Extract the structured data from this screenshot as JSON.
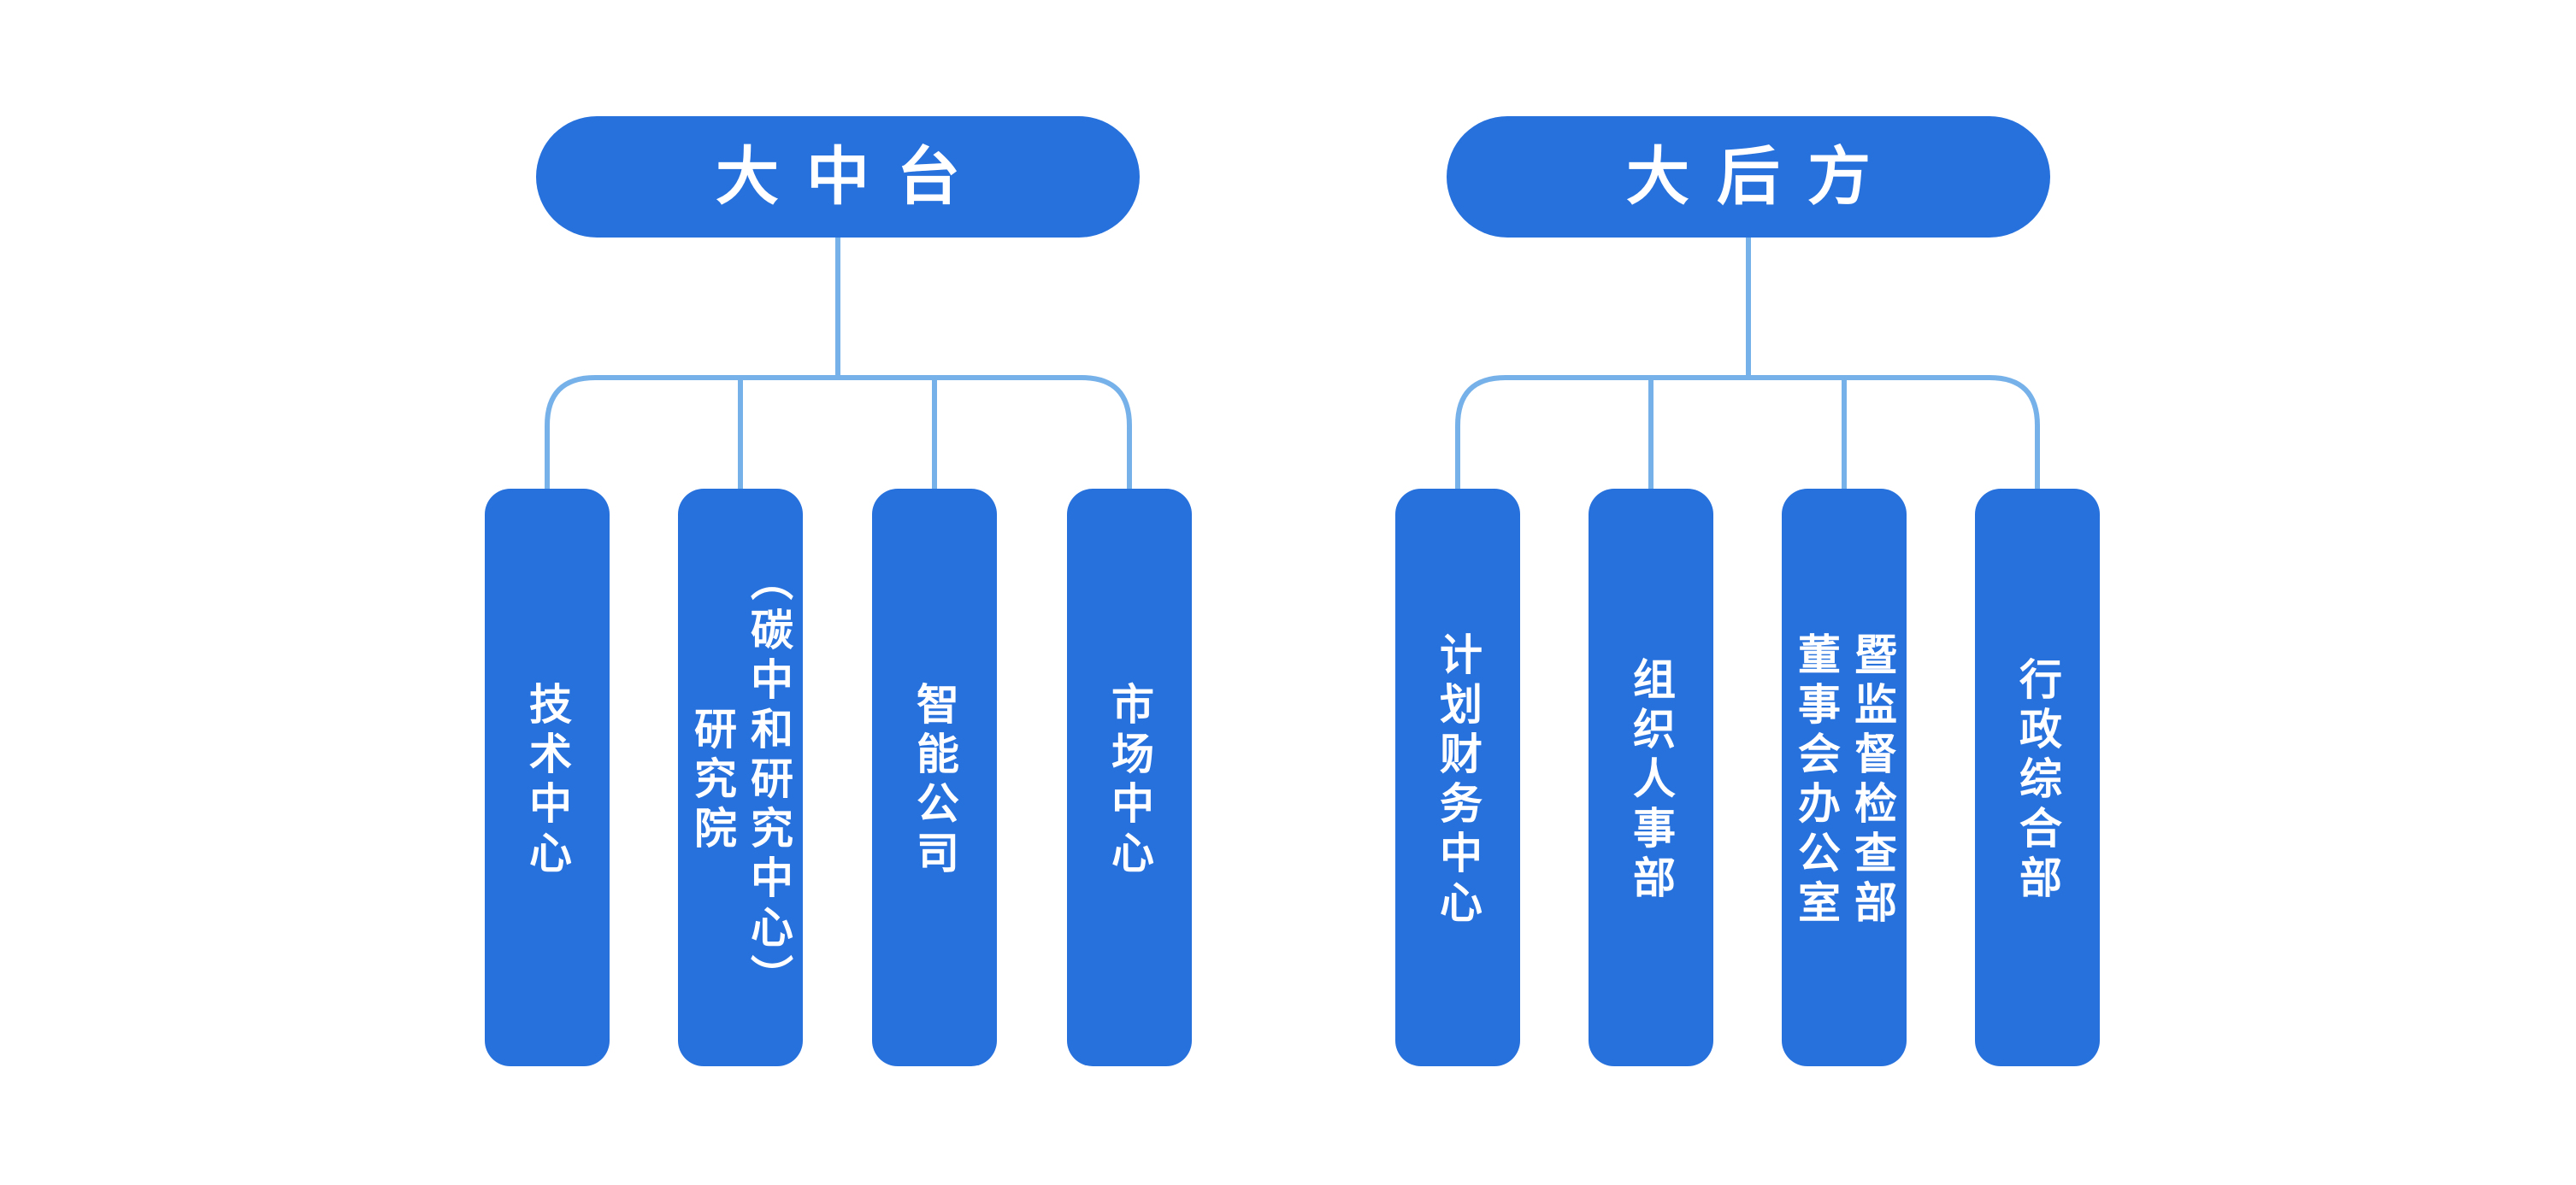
{
  "diagram": {
    "colors": {
      "node_fill": "#2771dd",
      "connector": "#76b1e9",
      "node_text": "#ffffff",
      "background": "#ffffff"
    },
    "groups": [
      {
        "label": "大中台",
        "children": [
          {
            "label": "技术中心"
          },
          {
            "label": "研究院\n（碳中和研究中心）"
          },
          {
            "label": "智能公司"
          },
          {
            "label": "市场中心"
          }
        ]
      },
      {
        "label": "大后方",
        "children": [
          {
            "label": "计划财务中心"
          },
          {
            "label": "组织人事部"
          },
          {
            "label": "董事会办公室\n暨监督检查部"
          },
          {
            "label": "行政综合部"
          }
        ]
      }
    ]
  }
}
